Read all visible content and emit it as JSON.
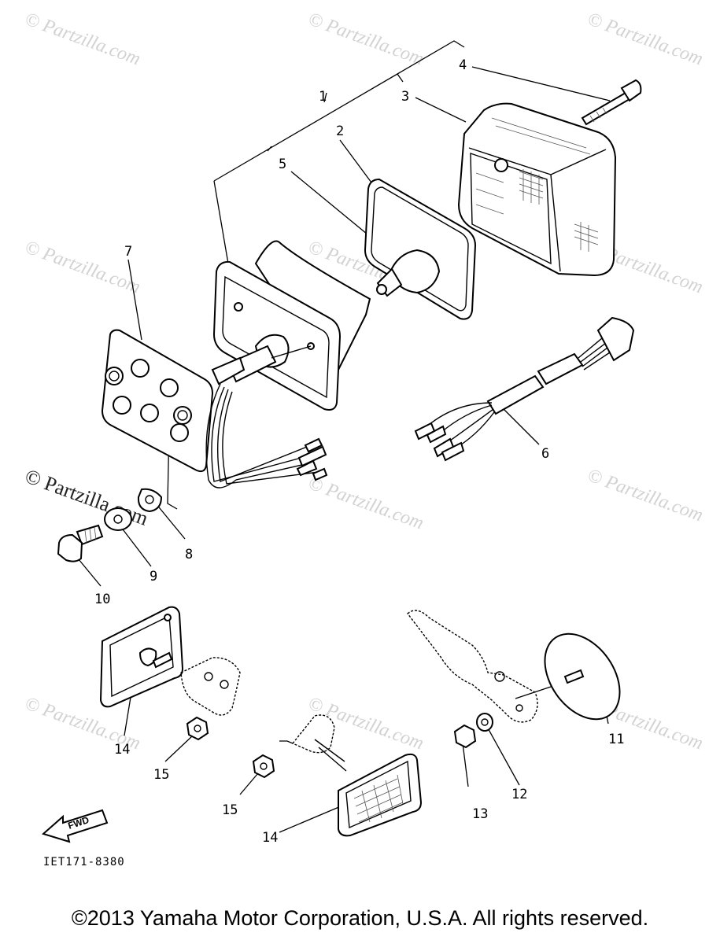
{
  "watermark": "© Partzilla.com",
  "diagram_code": "IET171-8380",
  "fwd_label": "FWD",
  "copyright": "©2013 Yamaha Motor Corporation, U.S.A. All rights reserved.",
  "callouts": [
    "1",
    "2",
    "3",
    "4",
    "5",
    "6",
    "7",
    "8",
    "9",
    "10",
    "11",
    "12",
    "13",
    "14",
    "15",
    "14",
    "15"
  ]
}
